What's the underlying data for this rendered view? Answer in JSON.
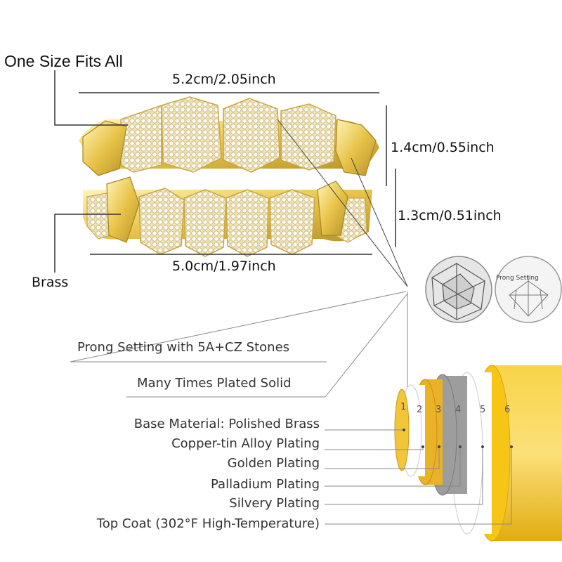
{
  "labels": {
    "one_size": "One Size Fits All",
    "brass": "Brass"
  },
  "dimensions": {
    "top_width": "5.2cm/2.05inch",
    "bottom_width": "5.0cm/1.97inch",
    "top_height": "1.4cm/0.55inch",
    "bottom_height": "1.3cm/0.51inch"
  },
  "setting": {
    "prong_text": "Prong Setting with 5A+CZ Stones",
    "plated_text": "Many Times Plated Solid",
    "diagram_label": "Prong Setting"
  },
  "layers": [
    {
      "num": "1",
      "label": "Base Material: Polished Brass",
      "color": "#f3c63a"
    },
    {
      "num": "2",
      "label": "Copper-tin Alloy Plating",
      "color": "#ffffff"
    },
    {
      "num": "3",
      "label": "Golden Plating",
      "color": "#e9b227"
    },
    {
      "num": "4",
      "label": "Palladium Plating",
      "color": "#9d9d9d"
    },
    {
      "num": "5",
      "label": "Silvery Plating",
      "color": "#ffffff"
    },
    {
      "num": "6",
      "label": "Top Coat (302°F High-Temperature)",
      "color": "#f6c515"
    }
  ],
  "colors": {
    "gold": "#e8c44a",
    "gold_dark": "#b8922a",
    "leader_line": "#9a9a9a"
  }
}
